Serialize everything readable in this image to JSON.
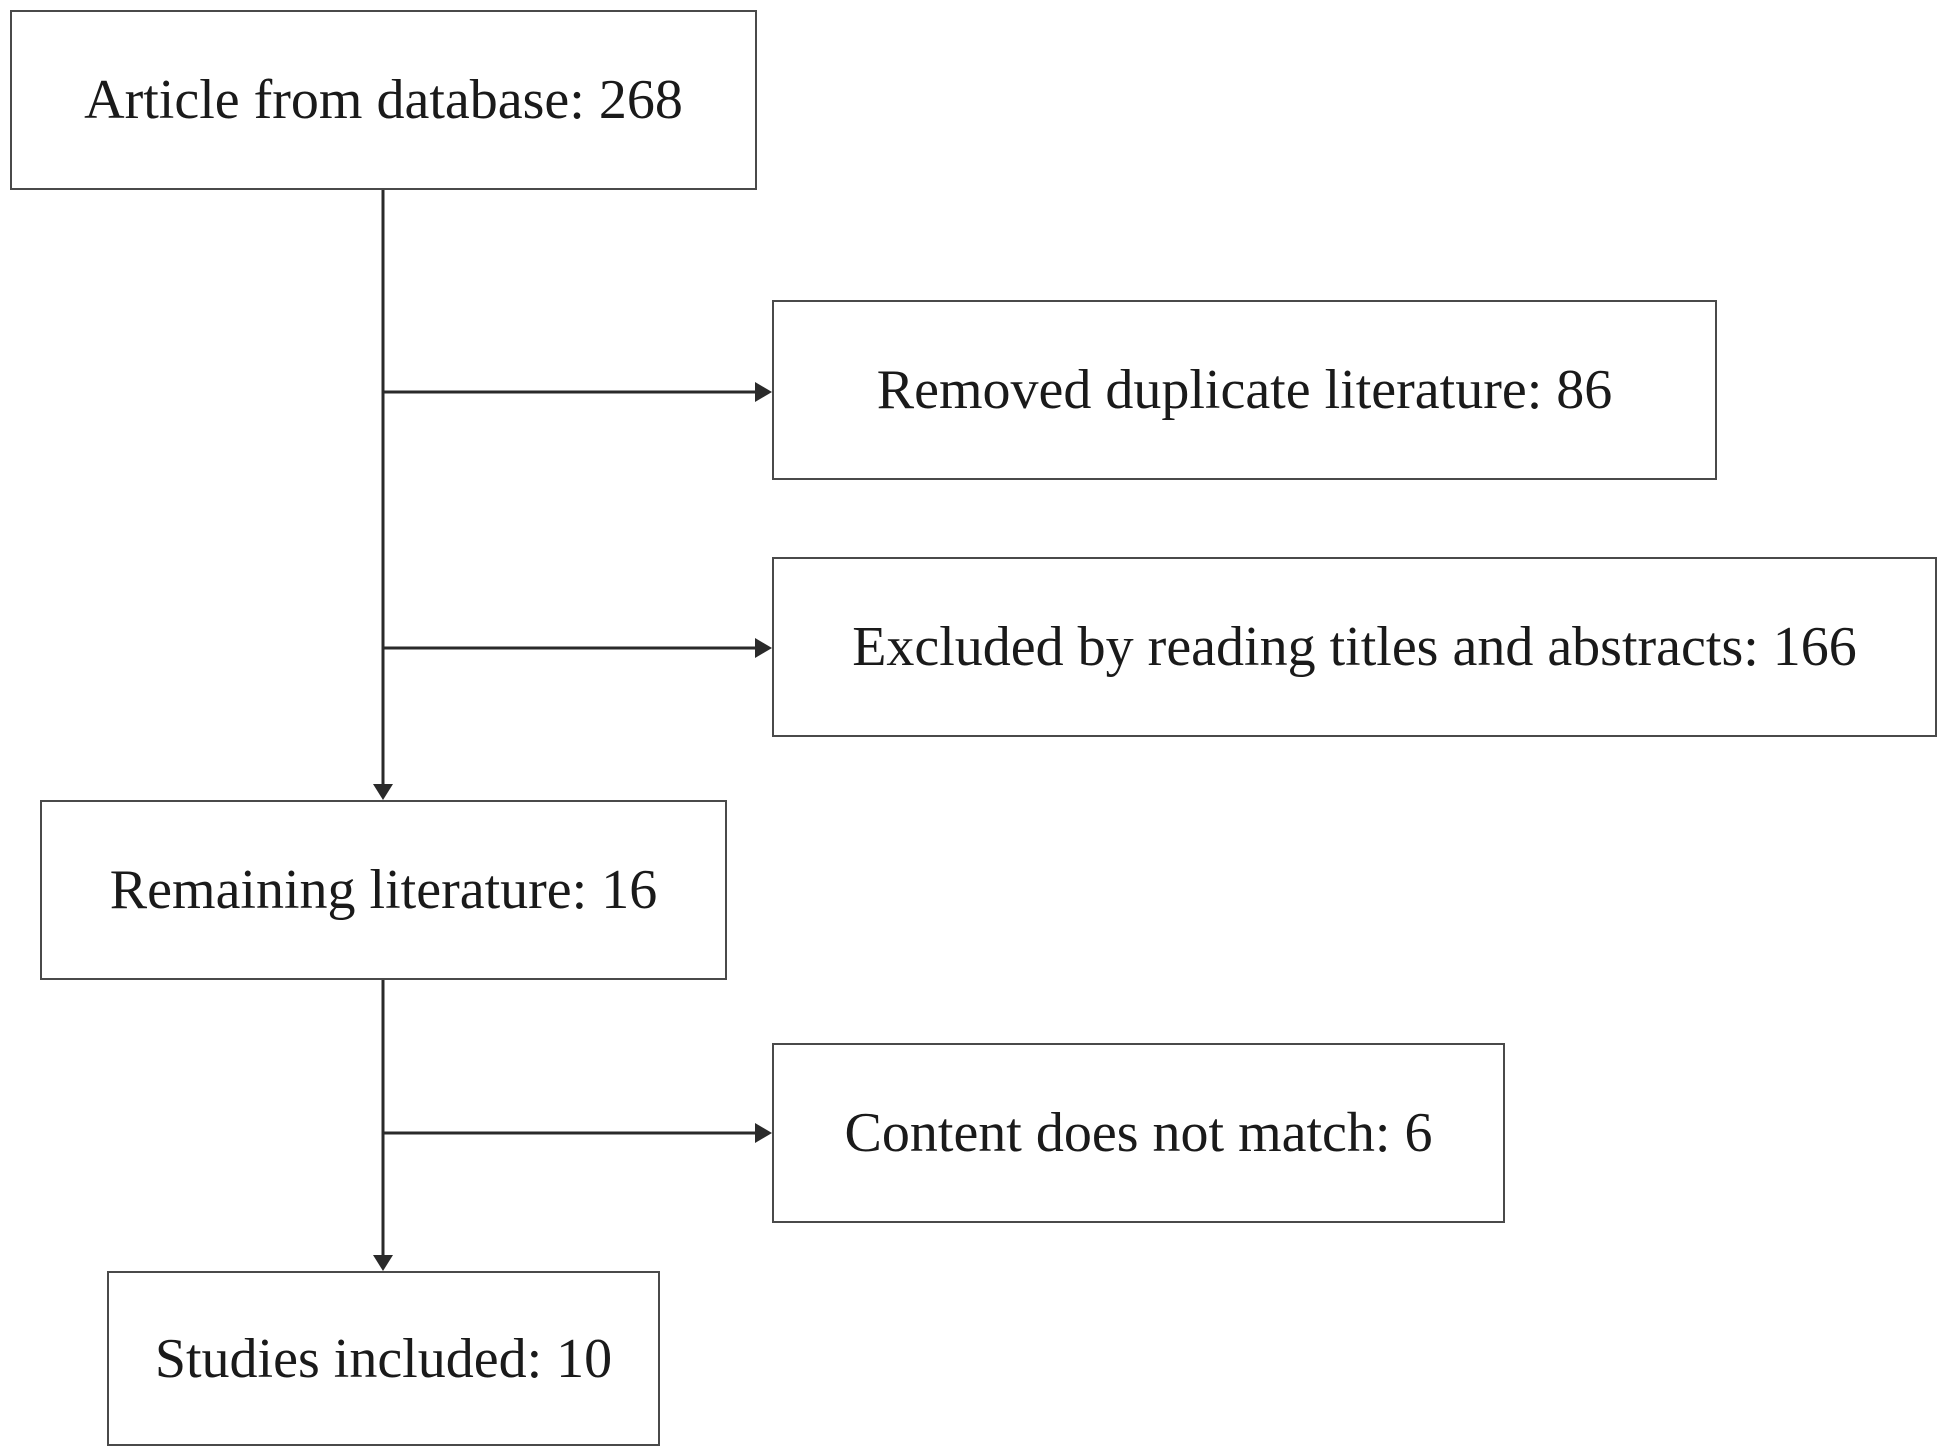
{
  "flowchart": {
    "boxes": {
      "source": "Article from database: 268",
      "duplicates": "Removed duplicate literature: 86",
      "excluded_titles_abstracts": "Excluded by reading titles and abstracts: 166",
      "remaining": "Remaining literature: 16",
      "content_mismatch": "Content does not match: 6",
      "included": "Studies included: 10"
    },
    "colors": {
      "border": "#4a4a4a",
      "line": "#2a2a2a",
      "text": "#1a1a1a",
      "background": "#ffffff"
    }
  }
}
